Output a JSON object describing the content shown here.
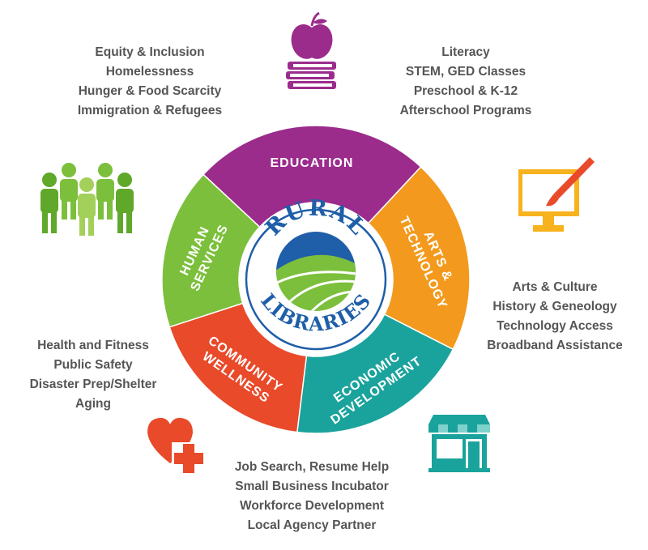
{
  "center": {
    "top_word": "RURAL",
    "bottom_word": "LIBRARIES"
  },
  "segments": [
    {
      "id": "education",
      "label_lines": [
        "EDUCATION"
      ],
      "color": "#9b2c8c"
    },
    {
      "id": "arts",
      "label_lines": [
        "ARTS &",
        "TECHNOLOGY"
      ],
      "color": "#f39a1e"
    },
    {
      "id": "econ",
      "label_lines": [
        "ECONOMIC",
        "DEVELOPMENT"
      ],
      "color": "#1aa39c"
    },
    {
      "id": "wellness",
      "label_lines": [
        "COMMUNITY",
        "WELLNESS"
      ],
      "color": "#e84a2a"
    },
    {
      "id": "human",
      "label_lines": [
        "HUMAN",
        "SERVICES"
      ],
      "color": "#7cbf3c"
    }
  ],
  "lists": {
    "human_services": [
      "Equity & Inclusion",
      "Homelessness",
      "Hunger & Food Scarcity",
      "Immigration & Refugees"
    ],
    "education": [
      "Literacy",
      "STEM, GED Classes",
      "Preschool & K-12",
      "Afterschool Programs"
    ],
    "arts_technology": [
      "Arts & Culture",
      "History & Geneology",
      "Technology Access",
      "Broadband Assistance"
    ],
    "community_wellness": [
      "Health and Fitness",
      "Public Safety",
      "Disaster Prep/Shelter",
      "Aging"
    ],
    "economic_development": [
      "Job Search, Resume Help",
      "Small Business Incubator",
      "Workforce Development",
      "Local Agency Partner"
    ]
  },
  "icons": {
    "education": "apple-on-books-icon",
    "human_services": "group-of-people-icon",
    "arts_technology": "monitor-with-paintbrush-icon",
    "community_wellness": "heart-with-cross-icon",
    "economic_development": "storefront-icon"
  },
  "colors": {
    "education": "#9b2c8c",
    "arts": "#f39a1e",
    "econ": "#1aa39c",
    "wellness": "#e84a2a",
    "human": "#7cbf3c",
    "logo_blue": "#1f5ea8",
    "text_gray": "#555555"
  }
}
